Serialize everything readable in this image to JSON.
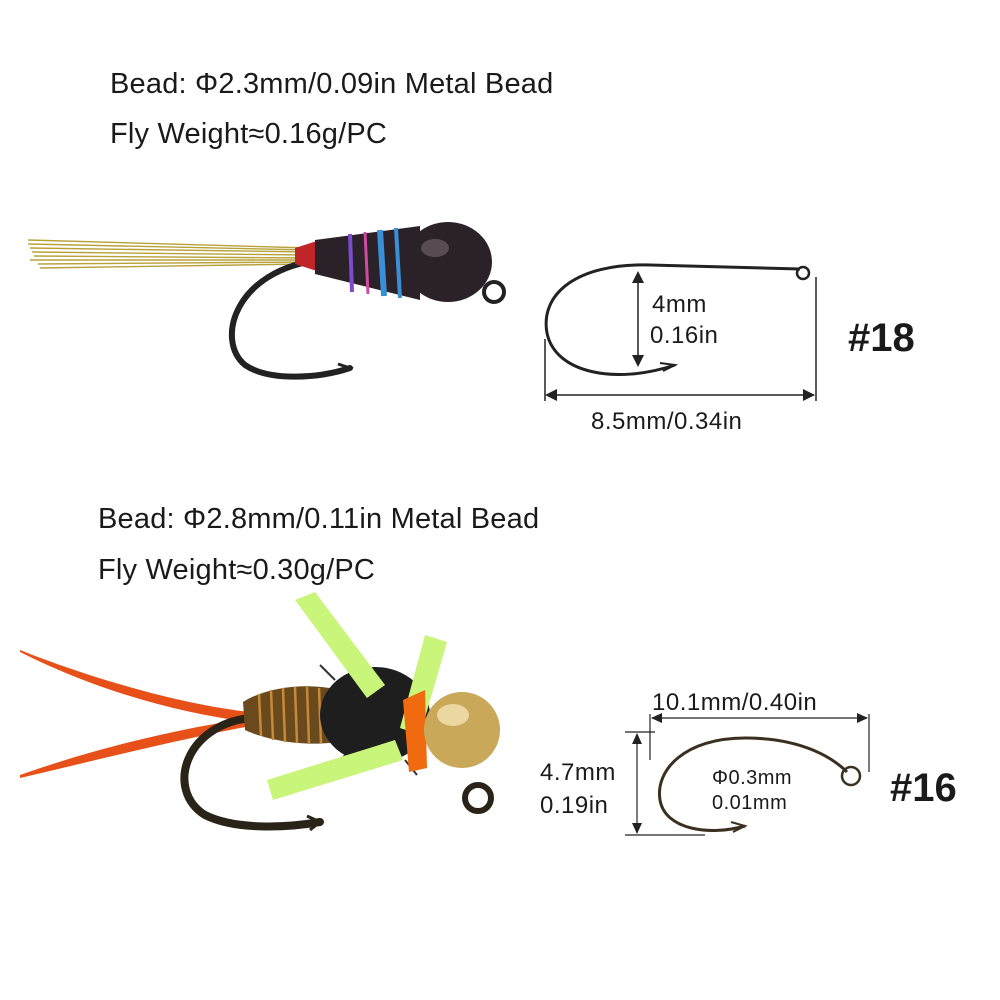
{
  "fly18": {
    "bead": "Bead: Φ2.3mm/0.09in Metal Bead",
    "weight": "Fly Weight≈0.16g/PC",
    "hook_size": "#18",
    "gap_mm": "4mm",
    "gap_in": "0.16in",
    "length": "8.5mm/0.34in",
    "colors": {
      "bead": "#2a2228",
      "tail": "#b7a23a",
      "thread": "#c0252a",
      "flash": "#3a8fd6",
      "hook": "#222222"
    }
  },
  "fly16": {
    "bead": "Bead: Φ2.8mm/0.11in Metal Bead",
    "weight": "Fly Weight≈0.30g/PC",
    "hook_size": "#16",
    "length": "10.1mm/0.40in",
    "gap_mm": "4.7mm",
    "gap_in": "0.19in",
    "wire_mm": "Φ0.3mm",
    "wire_in": "0.01mm",
    "colors": {
      "bead": "#c9a85a",
      "tail": "#e8501a",
      "legs": "#c8f57a",
      "body": "#6a4a1c",
      "hackle": "#1e1e1e",
      "hook": "#2a2418"
    }
  }
}
